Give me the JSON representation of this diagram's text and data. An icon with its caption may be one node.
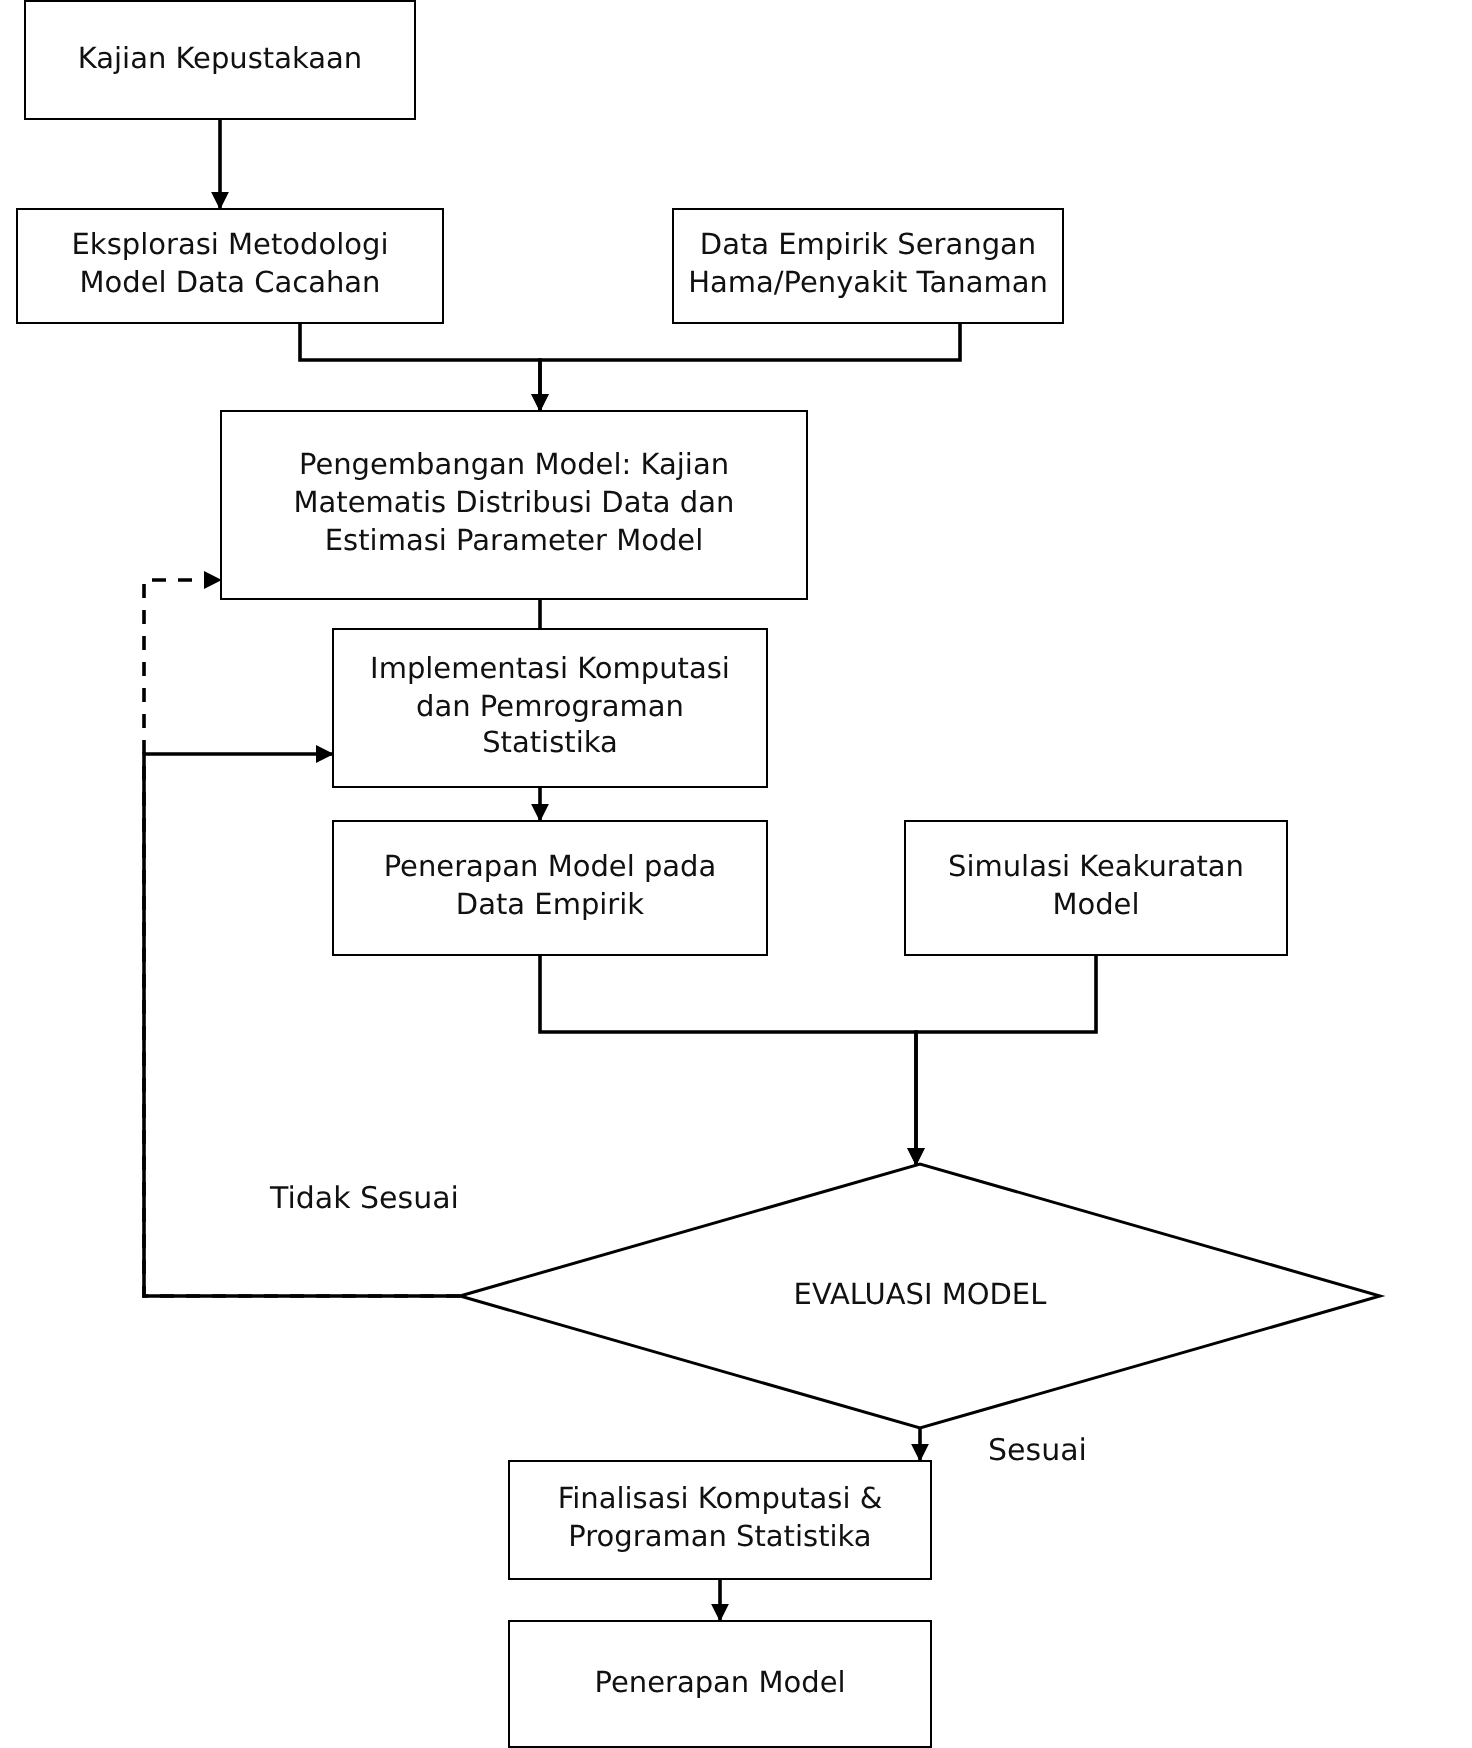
{
  "diagram": {
    "nodes": [
      {
        "text": [
          "Kajian Kepustakaan"
        ]
      },
      {
        "text": [
          "Eksplorasi Metodologi Model Data Cacahan"
        ]
      },
      {
        "text": [
          "Data Empirik Serangan Hama/Penyakit Tanaman"
        ]
      },
      {
        "text": [
          "Pengembangan Model: Kajian Matematis Distribusi Data dan Estimasi Parameter Model"
        ]
      },
      {
        "text": [
          "Implementasi Komputasi dan Pemrograman Statistika"
        ]
      },
      {
        "text": [
          "Penerapan Model pada Data Empirik"
        ]
      },
      {
        "text": [
          "Simulasi Keakuratan Model"
        ]
      },
      {
        "text": [
          "EVALUASI MODEL"
        ]
      },
      {
        "text": [
          "Finalisasi Komputasi & Programan Statistika"
        ]
      },
      {
        "text": [
          "Penerapan Model"
        ]
      }
    ],
    "edges": [
      {
        "from": 0,
        "to": 1,
        "arrow": "to"
      },
      {
        "from": 1,
        "to": 3,
        "arrow": "to"
      },
      {
        "from": 2,
        "to": 3,
        "arrow": "to"
      },
      {
        "from": 3,
        "to": 4,
        "arrow": "none"
      },
      {
        "from": 4,
        "to": 5,
        "arrow": "to"
      },
      {
        "from": 5,
        "to": 7,
        "arrow": "to"
      },
      {
        "from": 6,
        "to": 7,
        "arrow": "to"
      },
      {
        "from": 7,
        "to": 3,
        "arrow": "to",
        "style": "dashed"
      },
      {
        "from": 7,
        "to": 4,
        "arrow": "to",
        "label": "Tidak Sesuai"
      },
      {
        "from": 7,
        "to": 8,
        "arrow": "to",
        "label": "Sesuai"
      },
      {
        "from": 8,
        "to": 9,
        "arrow": "to"
      }
    ]
  }
}
